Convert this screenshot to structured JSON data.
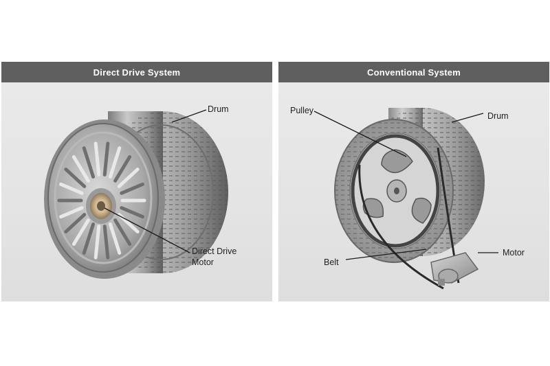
{
  "panels": [
    {
      "title": "Direct Drive System",
      "labels": {
        "drum": "Drum",
        "motor_line1": "Direct Drive",
        "motor_line2": "Motor"
      }
    },
    {
      "title": "Conventional System",
      "labels": {
        "pulley": "Pulley",
        "drum": "Drum",
        "belt": "Belt",
        "motor": "Motor"
      }
    }
  ],
  "colors": {
    "header_bg": "#5f5f5f",
    "panel_bg": "#e6e6e6",
    "leader_line": "#1a1a1a"
  }
}
